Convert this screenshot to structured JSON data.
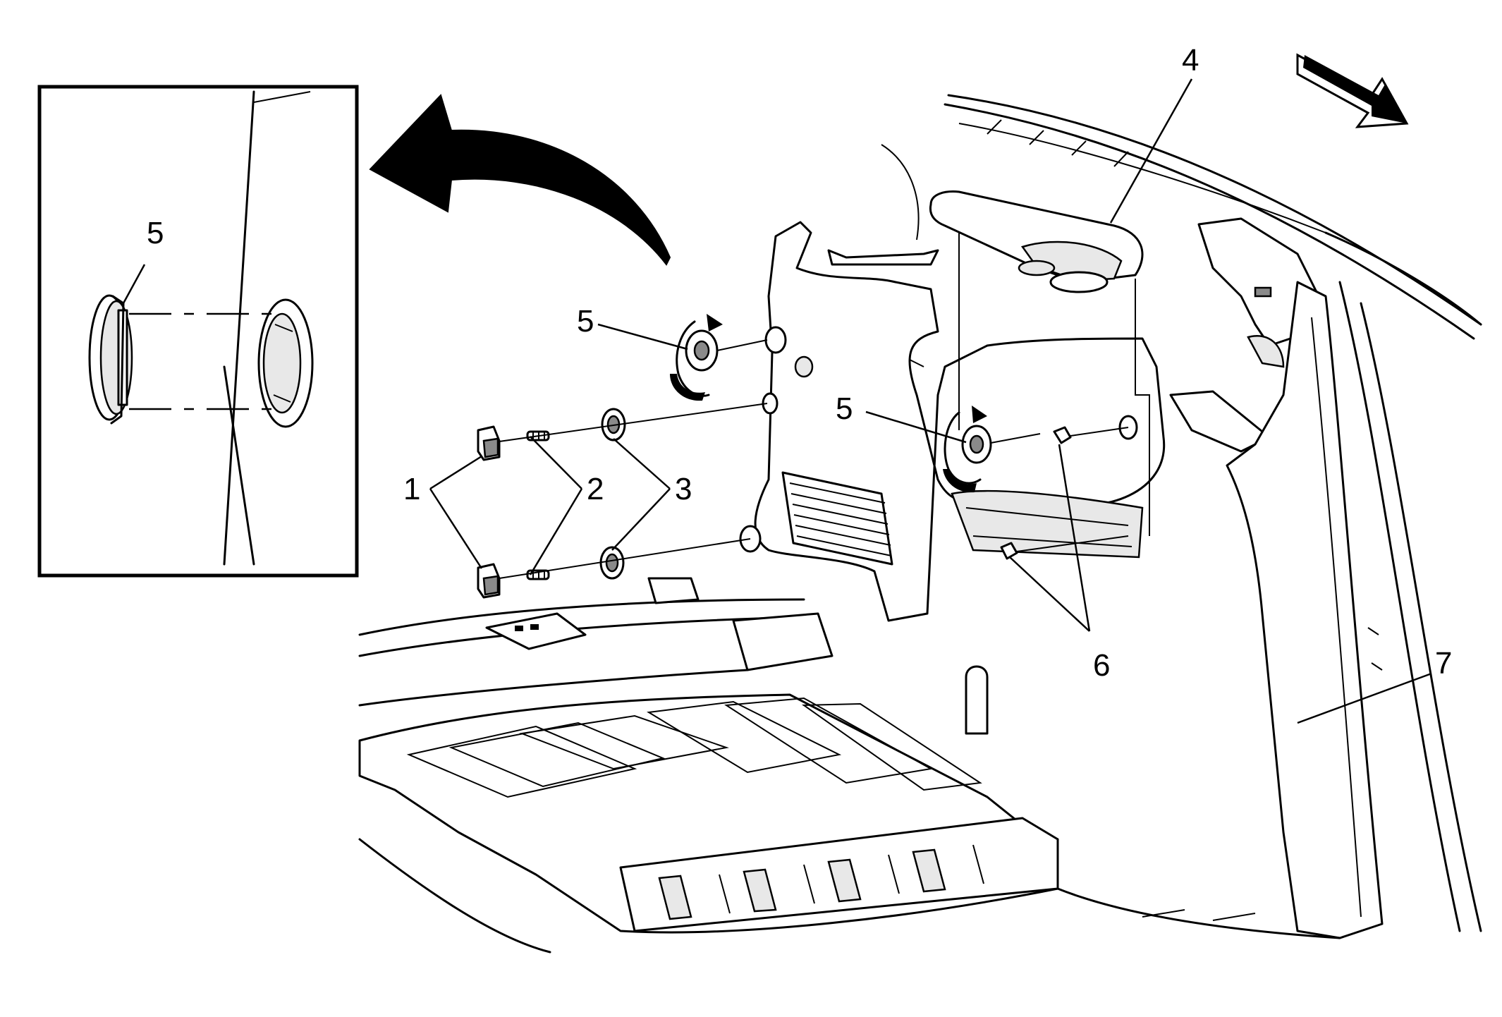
{
  "callouts": {
    "c1": "1",
    "c2": "2",
    "c3": "3",
    "c4": "4",
    "c5_inset": "5",
    "c5_left": "5",
    "c5_right": "5",
    "c6": "6",
    "c7": "7"
  },
  "icons": {
    "direction_arrow": "front-direction-arrow-icon",
    "removal_arrow": "curved-removal-arrow-icon",
    "rotate_ccw": "rotate-counterclockwise-icon"
  },
  "colors": {
    "line": "#000000",
    "background": "#ffffff",
    "arrow_fill": "#000000"
  }
}
